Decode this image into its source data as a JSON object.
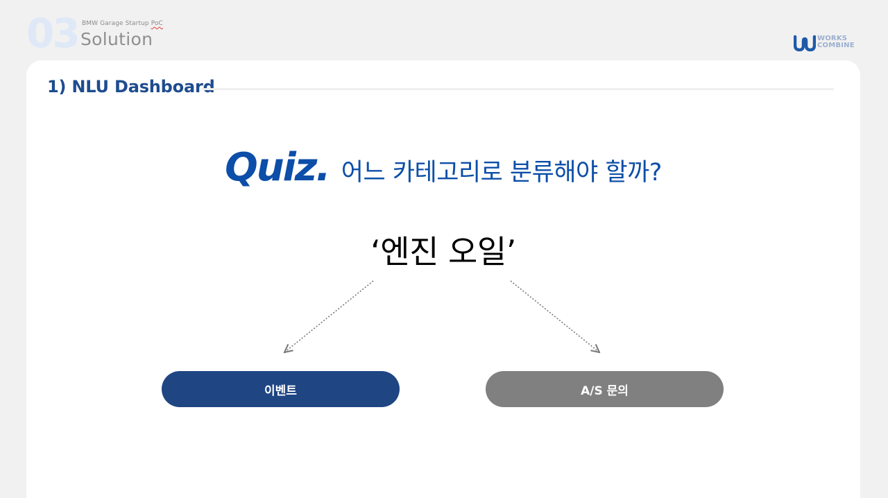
{
  "header": {
    "section_number": "03",
    "subtitle_main": "BMW Garage Startup ",
    "subtitle_poc": "PoC",
    "section_title": "Solution"
  },
  "logo": {
    "line1": "WORKS",
    "line2": "COMBINE",
    "color": "#1e5aa8"
  },
  "card": {
    "heading": "1) NLU Dashboard",
    "quiz_label": "Quiz.",
    "quiz_question": "어느 카테고리로 분류해야 할까?",
    "keyword": "‘엔진 오일’",
    "options": {
      "left": "이벤트",
      "right": "A/S 문의"
    }
  },
  "colors": {
    "accent_blue": "#0c4ea8",
    "heading_blue": "#1e4c8f",
    "option_left": "#1f4583",
    "option_right": "#808080",
    "background": "#f1f1f1"
  },
  "icons": {
    "logo": "works-combine-logo",
    "arrows": "dotted-arrow"
  }
}
